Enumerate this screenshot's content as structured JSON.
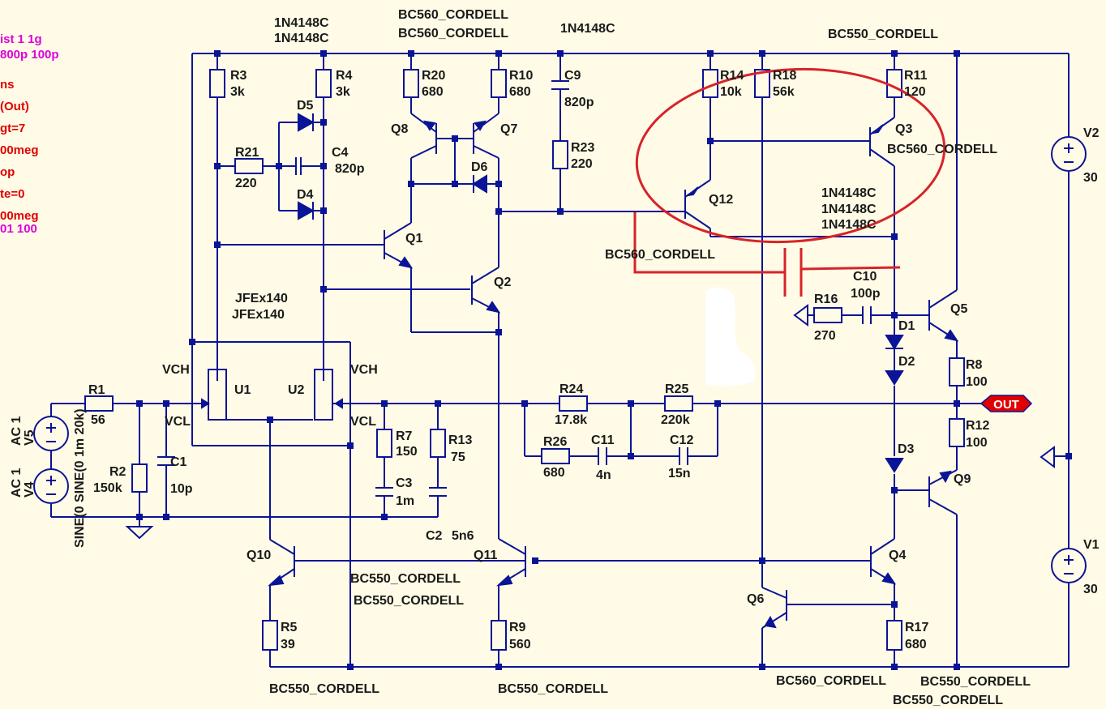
{
  "colors": {
    "background": "#FFFBE6",
    "wire": "#0A1496",
    "text": "#1a1a1a",
    "directive_red": "#E00000",
    "directive_magenta": "#DD00DD",
    "annotation": "#D8232A",
    "out_flag": "#E00000"
  },
  "directives": {
    "l1": "ist 1 1g",
    "l2": "800p 100p",
    "l3": "ns",
    "l4": "(Out)",
    "l5": "gt=7",
    "l6": "00meg",
    "l7": "op",
    "l8": "te=0",
    "l9": "00meg",
    "l10": "01 100"
  },
  "labels": {
    "d5_model": "1N4148C",
    "d4_model": "1N4148C",
    "q8_model": "BC560_CORDELL",
    "q7_model": "BC560_CORDELL",
    "d6_model": "1N4148C",
    "q3_model": "BC550_CORDELL",
    "q3_model2": "BC560_CORDELL",
    "d_chain1": "1N4148C",
    "d_chain2": "1N4148C",
    "d_chain3": "1N4148C",
    "q12_model": "BC560_CORDELL",
    "jfet1": "JFEx140",
    "jfet2": "JFEx140",
    "q10_model": "BC550_CORDELL",
    "q10_model2": "BC550_CORDELL",
    "q10_model3": "BC550_CORDELL",
    "q11_model": "BC550_CORDELL",
    "q6_model": "BC560_CORDELL",
    "q4_model": "BC550_CORDELL",
    "q9_model": "BC550_CORDELL",
    "r3": "R3",
    "r3_v": "3k",
    "r4": "R4",
    "r4_v": "3k",
    "r20": "R20",
    "r20_v": "680",
    "r10": "R10",
    "r10_v": "680",
    "c9": "C9",
    "c9_v": "820p",
    "r14": "R14",
    "r14_v": "10k",
    "r18": "R18",
    "r18_v": "56k",
    "r11": "R11",
    "r11_v": "120",
    "d5": "D5",
    "r21": "R21",
    "r21_v": "220",
    "c4": "C4",
    "c4_v": "820p",
    "d4": "D4",
    "q8": "Q8",
    "q7": "Q7",
    "d6": "D6",
    "r23": "R23",
    "r23_v": "220",
    "q3": "Q3",
    "q12": "Q12",
    "v2": "V2",
    "v2_v": "30",
    "q1": "Q1",
    "q2": "Q2",
    "c10": "C10",
    "c10_v": "100p",
    "r16": "R16",
    "r16_v": "270",
    "q5": "Q5",
    "d1": "D1",
    "d2": "D2",
    "r8": "R8",
    "r8_v": "100",
    "vch1": "VCH",
    "vch2": "VCH",
    "vcl1": "VCL",
    "vcl2": "VCL",
    "u1": "U1",
    "u2": "U2",
    "r1": "R1",
    "r1_v": "56",
    "r24": "R24",
    "r24_v": "17.8k",
    "r25": "R25",
    "r25_v": "220k",
    "out": "OUT",
    "r12": "R12",
    "r12_v": "100",
    "ac1a": "AC 1",
    "v5": "V5",
    "ac1b": "AC 1",
    "v4": "V4",
    "sine": "SINE(0 SINE(0 1m 20k)",
    "r2": "R2",
    "r2_v": "150k",
    "c1": "C1",
    "c1_v": "10p",
    "r7": "R7",
    "r7_v": "150",
    "r13": "R13",
    "r13_v": "75",
    "c3": "C3",
    "c3_v": "1m",
    "r26": "R26",
    "r26_v": "680",
    "c11": "C11",
    "c11_v": "4n",
    "c12": "C12",
    "c12_v": "15n",
    "d3": "D3",
    "q9": "Q9",
    "c2": "C2",
    "c2_v": "5n6",
    "q10": "Q10",
    "q11": "Q11",
    "q4": "Q4",
    "v1": "V1",
    "v1_v": "30",
    "q6": "Q6",
    "r5": "R5",
    "r5_v": "39",
    "r9": "R9",
    "r9_v": "560",
    "r17": "R17",
    "r17_v": "680"
  }
}
